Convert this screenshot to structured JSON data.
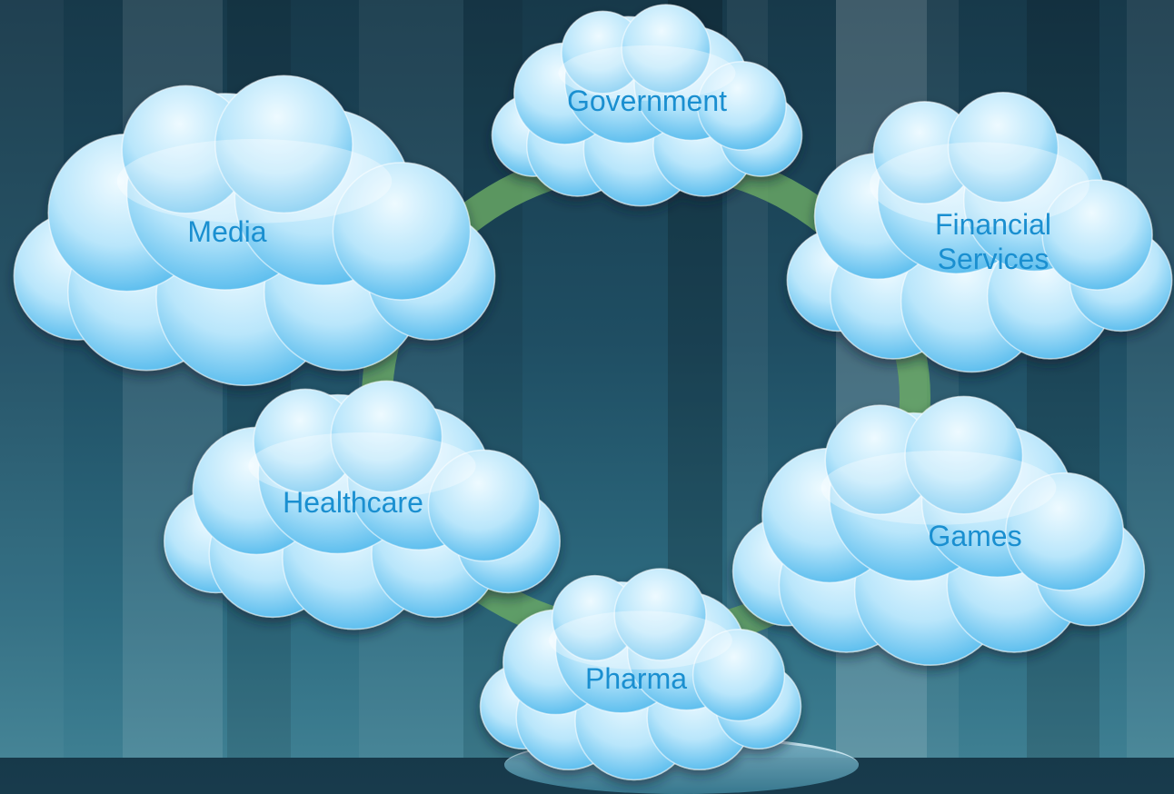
{
  "colors": {
    "background_dark": "#17394a",
    "background_light": "#3e7f92",
    "ring": "#6aa964",
    "cloud_light": "#eefaff",
    "cloud_mid": "#b9e6fb",
    "cloud_dark": "#4fb8ec",
    "label": "#1a8fd0"
  },
  "clouds": [
    {
      "id": "government",
      "lines": [
        "Government"
      ]
    },
    {
      "id": "media",
      "lines": [
        "Media"
      ]
    },
    {
      "id": "financial-services",
      "lines": [
        "Financial",
        "Services"
      ]
    },
    {
      "id": "healthcare",
      "lines": [
        "Healthcare"
      ]
    },
    {
      "id": "games",
      "lines": [
        "Games"
      ]
    },
    {
      "id": "pharma",
      "lines": [
        "Pharma"
      ]
    }
  ]
}
